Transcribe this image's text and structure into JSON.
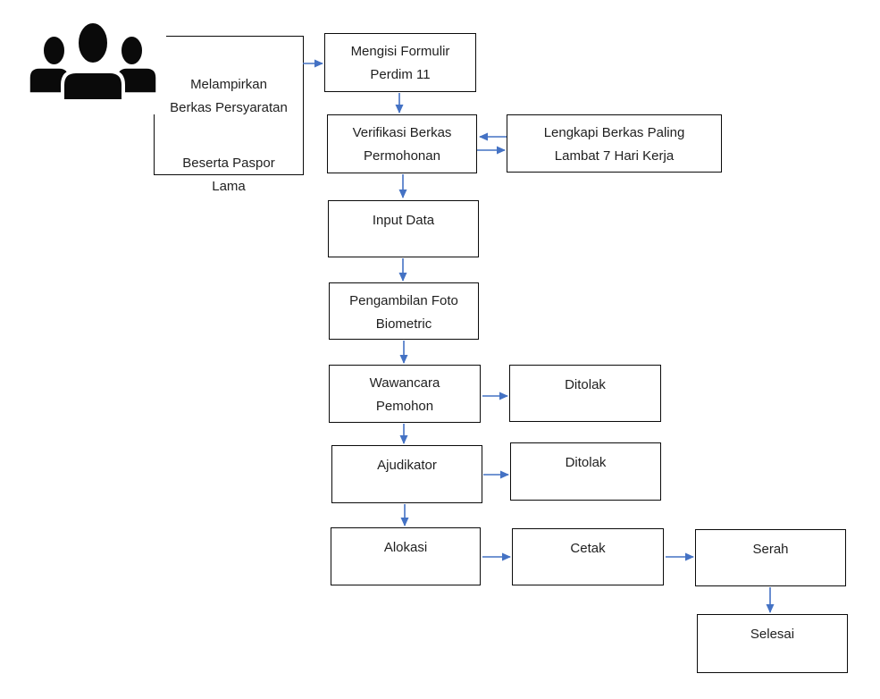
{
  "flowchart": {
    "description": "Passport application process flowchart",
    "colors": {
      "arrow": "#4472C4",
      "border": "#0a0a0a",
      "text": "#1f1f1f",
      "background": "#ffffff",
      "icon": "#0a0a0a"
    },
    "icon": {
      "name": "people-icon",
      "meaning": "group of applicants"
    },
    "nodes": {
      "attach": {
        "para1": "Melampirkan\nBerkas Persyaratan",
        "para2": "Beserta Paspor\nLama"
      },
      "form": {
        "label": "Mengisi Formulir\nPerdim 11"
      },
      "verify": {
        "label": "Verifikasi Berkas\nPermohonan"
      },
      "complete_docs": {
        "label": "Lengkapi Berkas Paling\nLambat 7 Hari Kerja"
      },
      "input_data": {
        "label": "Input Data"
      },
      "photo": {
        "label": "Pengambilan Foto\nBiometric"
      },
      "interview": {
        "label": "Wawancara\nPemohon"
      },
      "rejected_interview": {
        "label": "Ditolak"
      },
      "adjudicator": {
        "label": "Ajudikator"
      },
      "rejected_adjudicator": {
        "label": "Ditolak"
      },
      "allocation": {
        "label": "Alokasi"
      },
      "print": {
        "label": "Cetak"
      },
      "handover": {
        "label": "Serah"
      },
      "finished": {
        "label": "Selesai"
      }
    },
    "edges": [
      {
        "from": "attach",
        "to": "form",
        "direction": "right"
      },
      {
        "from": "form",
        "to": "verify",
        "direction": "down"
      },
      {
        "from": "complete_docs",
        "to": "verify",
        "direction": "left"
      },
      {
        "from": "verify",
        "to": "complete_docs",
        "direction": "right"
      },
      {
        "from": "verify",
        "to": "input_data",
        "direction": "down"
      },
      {
        "from": "input_data",
        "to": "photo",
        "direction": "down"
      },
      {
        "from": "photo",
        "to": "interview",
        "direction": "down"
      },
      {
        "from": "interview",
        "to": "rejected_interview",
        "direction": "right"
      },
      {
        "from": "interview",
        "to": "adjudicator",
        "direction": "down"
      },
      {
        "from": "adjudicator",
        "to": "rejected_adjudicator",
        "direction": "right"
      },
      {
        "from": "adjudicator",
        "to": "allocation",
        "direction": "down"
      },
      {
        "from": "allocation",
        "to": "print",
        "direction": "right"
      },
      {
        "from": "print",
        "to": "handover",
        "direction": "right"
      },
      {
        "from": "handover",
        "to": "finished",
        "direction": "down"
      }
    ]
  }
}
